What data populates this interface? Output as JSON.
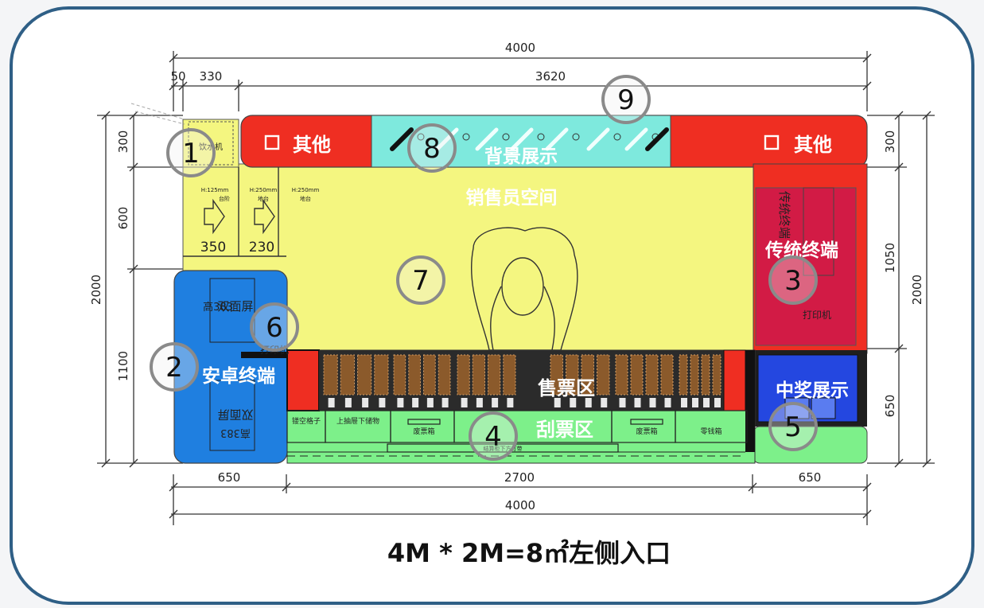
{
  "dimensions": {
    "top_total": "4000",
    "top_a": "50",
    "top_b": "330",
    "top_c": "3620",
    "bottom_left": "650",
    "bottom_mid": "2700",
    "bottom_right": "650",
    "bottom_total": "4000",
    "left_total": "2000",
    "left_a": "300",
    "left_b": "600",
    "left_c": "1100",
    "right_a": "300",
    "right_b": "1050",
    "right_c": "650",
    "right_total": "2000"
  },
  "zones": {
    "other_left": "其他",
    "other_right": "其他",
    "background_display": "背景展示",
    "staff_space": "销售员空间",
    "traditional_terminal": "传统终端",
    "traditional_terminal_vertical": "传统终端",
    "android_terminal": "安卓终端",
    "ticket_area": "售票区",
    "scratch_area": "刮票区",
    "prize_display": "中奖展示"
  },
  "labels": {
    "water_dispenser": "饮水机",
    "step_h": "H:125mm",
    "step_name": "台阶",
    "step_w": "350",
    "floor_h1": "H:250mm",
    "floor_name1": "地台",
    "floor_w1": "230",
    "floor_h2": "H:250mm",
    "floor_name2": "地台",
    "dual_screen": "双面屏",
    "dual_screen_b": "双面屏",
    "height_383": "高383",
    "height_383_b": "高383",
    "printer_left": "打印机",
    "printer_right": "打印机",
    "hollow_grid": "镂空格子",
    "drawer": "上抽屉下储物",
    "waste_bin_1": "废票箱",
    "waste_bin_2": "废票箱",
    "change_box": "零钱箱",
    "light_strip": "结算柜下方灯带"
  },
  "callouts": [
    "1",
    "2",
    "3",
    "4",
    "5",
    "6",
    "7",
    "8",
    "9"
  ],
  "caption": "4M * 2M=8㎡左侧入口",
  "colors": {
    "frame": "#2f5f86",
    "red": "#ef2e22",
    "cyan": "#7ee9dd",
    "yellow": "#f4f680",
    "blue": "#1f7fe0",
    "green": "#7df08a",
    "magenta": "#d21b45",
    "prize_blue": "#2447e0"
  }
}
